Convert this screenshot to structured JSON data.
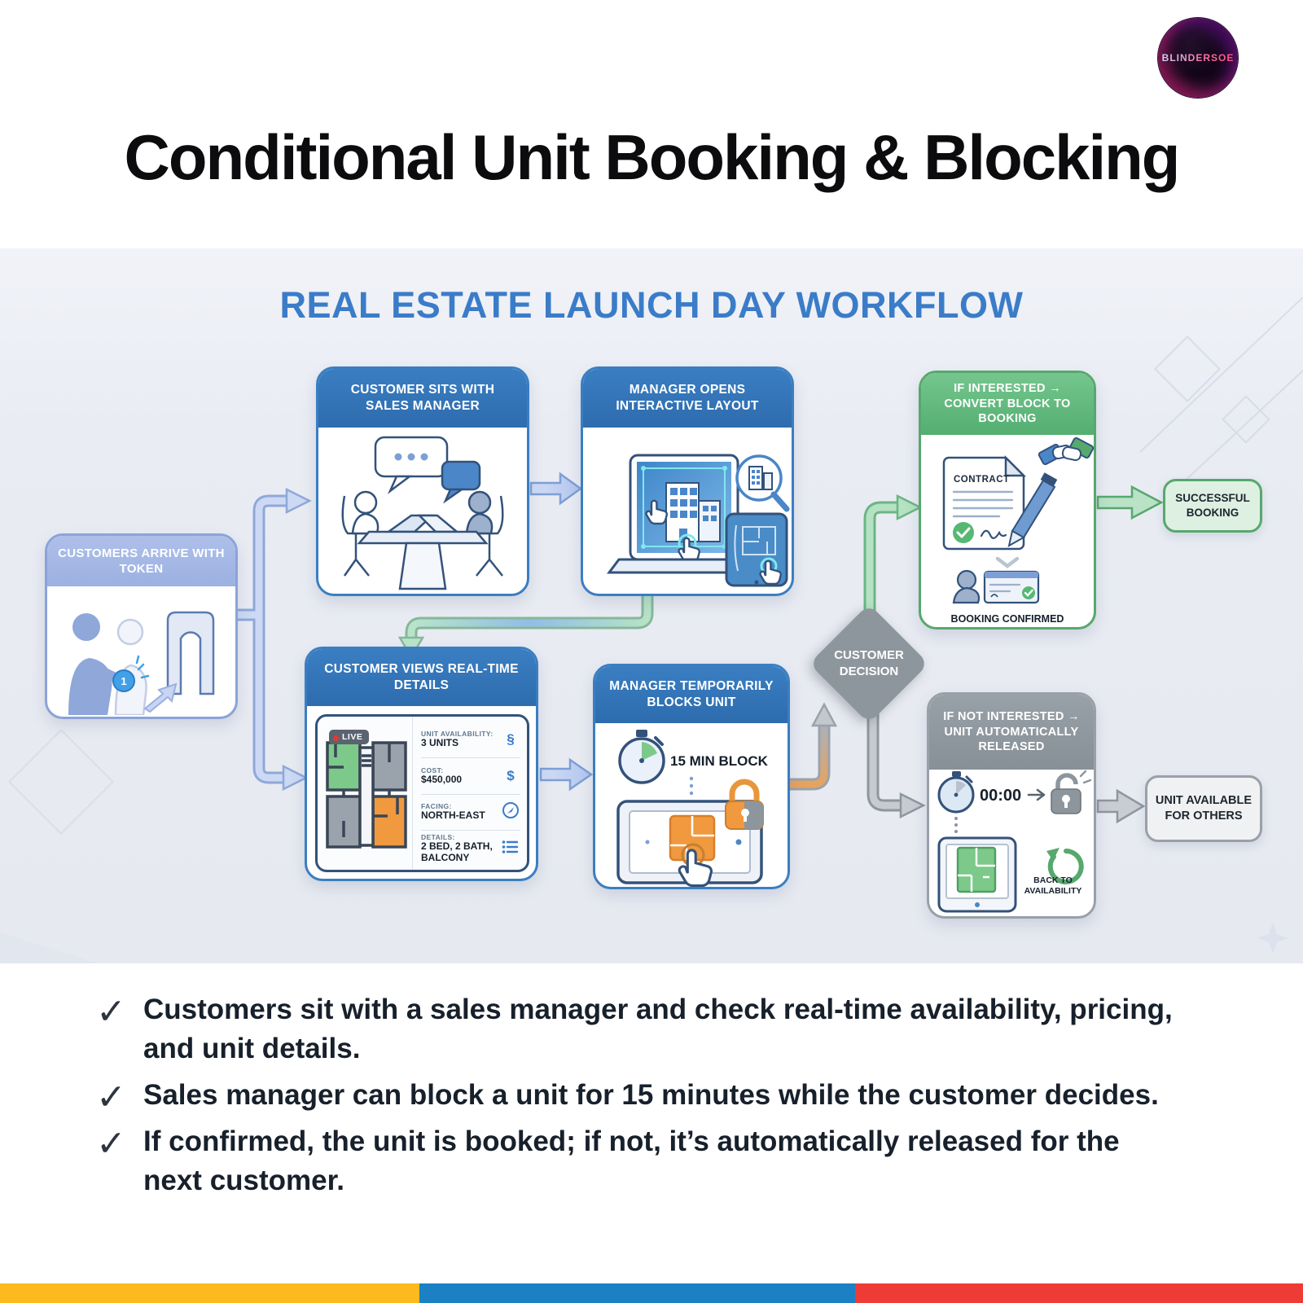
{
  "logo": {
    "text": "BLINDERSOE"
  },
  "page_title": "Conditional Unit Booking & Blocking",
  "workflow": {
    "heading": "REAL ESTATE LAUNCH DAY WORKFLOW",
    "nodes": {
      "arrive": {
        "title": "CUSTOMERS ARRIVE WITH TOKEN",
        "token_number": "1"
      },
      "sit": {
        "title": "CUSTOMER SITS WITH SALES MANAGER"
      },
      "layout": {
        "title": "MANAGER OPENS INTERACTIVE LAYOUT"
      },
      "details": {
        "title": "CUSTOMER VIEWS REAL-TIME DETAILS",
        "live_badge": "LIVE",
        "fields": [
          {
            "label": "UNIT AVAILABILITY:",
            "value": "3 UNITS",
            "icon": "availability-icon",
            "icon_glyph": "§"
          },
          {
            "label": "COST:",
            "value": "$450,000",
            "icon": "dollar-icon",
            "icon_glyph": "$"
          },
          {
            "label": "FACING:",
            "value": "NORTH-EAST",
            "icon": "compass-icon",
            "icon_glyph": ""
          },
          {
            "label": "DETAILS:",
            "value": "2 BED, 2 BATH, BALCONY",
            "icon": "list-icon",
            "icon_glyph": ""
          }
        ]
      },
      "block": {
        "title": "MANAGER TEMPORARILY BLOCKS UNIT",
        "timer_label": "15 MIN BLOCK"
      },
      "decision": {
        "title": "CUSTOMER DECISION"
      },
      "interested": {
        "title": "IF INTERESTED → CONVERT BLOCK TO BOOKING",
        "contract_label": "CONTRACT",
        "confirmed_label": "BOOKING CONFIRMED"
      },
      "not_interested": {
        "title": "IF NOT INTERESTED → UNIT AUTOMATICALLY RELEASED",
        "timer_value": "00:00",
        "released_label": "BACK TO AVAILABILITY"
      },
      "success": {
        "title": "SUCCESSFUL BOOKING"
      },
      "available": {
        "title": "UNIT AVAILABLE FOR OTHERS"
      }
    }
  },
  "bullets": {
    "marker": "✓",
    "items": [
      "Customers sit with a sales manager and check real-time availability, pricing, and unit details.",
      "Sales manager can block a unit for 15 minutes while the customer decides.",
      "If confirmed, the unit is booked; if not, it’s automatically released for the next customer."
    ]
  },
  "colors": {
    "heading_blue": "#3b7cc9",
    "card_header_blue": "#2e6db4",
    "card_header_periwinkle": "#a5b9e6",
    "card_header_green": "#5cb87a",
    "card_header_gray": "#8e979e",
    "success_bg": "#def0e2",
    "available_bg": "#f0f1f3",
    "stripe_yellow": "#fcba1f",
    "stripe_blue": "#1b80c4",
    "stripe_red": "#ee3b35",
    "unit_orange": "#f0993f",
    "unit_green": "#7cc98a"
  }
}
